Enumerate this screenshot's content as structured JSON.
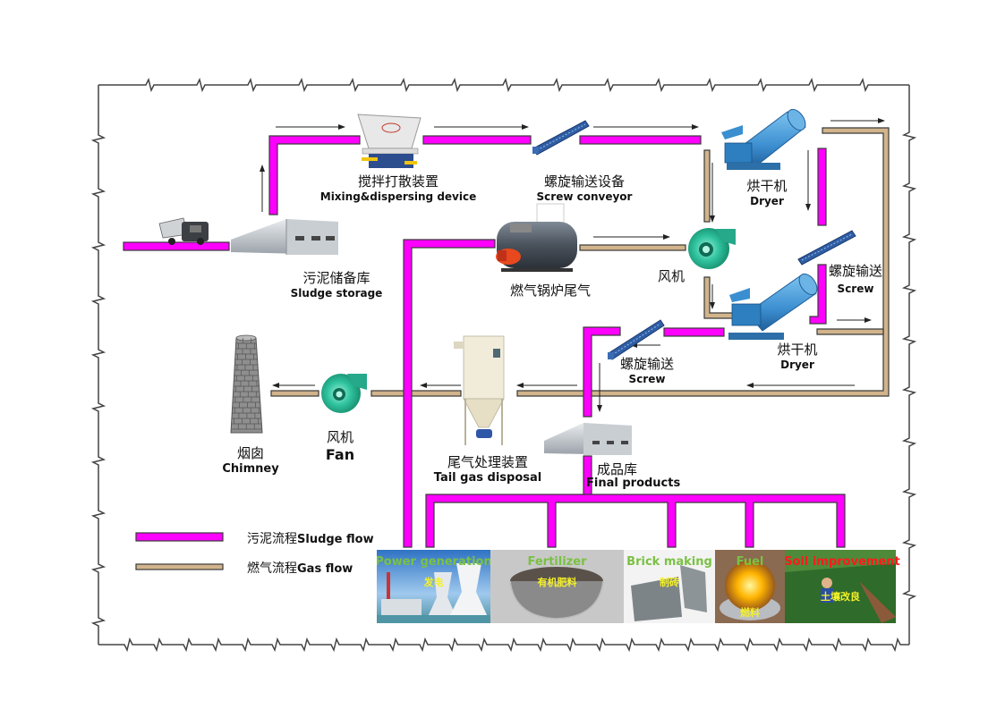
{
  "colors": {
    "sludge_flow": "#ff00ff",
    "gas_flow": "#d2b48c",
    "outline": "#3a3a3a",
    "product_title_green": "#7ac143",
    "product_title_red": "#ff1a1a",
    "product_subtitle_yellow": "#f4f02a"
  },
  "equipment": {
    "mixer": {
      "cn": "搅拌打散装置",
      "en": "Mixing&dispersing device",
      "icon": "mixer-machine-icon"
    },
    "screw_conveyor_top": {
      "cn": "螺旋输送设备",
      "en": "Screw conveyor",
      "icon": "screw-conveyor-icon"
    },
    "dryer_top": {
      "cn": "烘干机",
      "en": "Dryer",
      "icon": "rotary-dryer-icon"
    },
    "sludge_storage": {
      "cn": "污泥储备库",
      "en": "Sludge storage",
      "icon": "warehouse-icon"
    },
    "dump_truck": {
      "icon": "dump-truck-icon"
    },
    "boiler": {
      "cn": "燃气锅炉尾气",
      "en": "",
      "icon": "gas-boiler-icon"
    },
    "fan_mid": {
      "cn": "风机",
      "en": "",
      "icon": "fan-icon"
    },
    "screw_right": {
      "cn": "螺旋输送",
      "en": "Screw",
      "icon": "screw-conveyor-icon"
    },
    "dryer_bottom": {
      "cn": "烘干机",
      "en": "Dryer",
      "icon": "rotary-dryer-icon"
    },
    "screw_bottom": {
      "cn": "螺旋输送",
      "en": "Screw",
      "icon": "screw-conveyor-icon"
    },
    "chimney": {
      "cn": "烟囱",
      "en": "Chimney",
      "icon": "chimney-icon"
    },
    "fan_bottom": {
      "cn": "风机",
      "en": "Fan",
      "icon": "fan-icon"
    },
    "tail_gas": {
      "cn": "尾气处理装置",
      "en": "Tail gas disposal",
      "icon": "bag-filter-icon"
    },
    "final_products": {
      "cn": "成品库",
      "en": "Final products",
      "icon": "warehouse-icon"
    }
  },
  "legend": [
    {
      "cn": "污泥流程",
      "en": "Sludge flow",
      "kind": "sludge"
    },
    {
      "cn": "燃气流程",
      "en": "Gas flow",
      "kind": "gas"
    }
  ],
  "products": [
    {
      "title": "Power generation",
      "subtitle": "发电",
      "title_color": "green",
      "icon": "power-plant-icon"
    },
    {
      "title": "Fertilizer",
      "subtitle": "有机肥料",
      "title_color": "green",
      "icon": "fertilizer-bowl-icon"
    },
    {
      "title": "Brick making",
      "subtitle": "制砖",
      "title_color": "green",
      "icon": "brick-icon"
    },
    {
      "title": "Fuel",
      "subtitle": "燃料",
      "title_color": "green",
      "icon": "flame-icon"
    },
    {
      "title": "Soil improvement",
      "subtitle": "土壤改良",
      "title_color": "red",
      "icon": "field-icon"
    }
  ]
}
